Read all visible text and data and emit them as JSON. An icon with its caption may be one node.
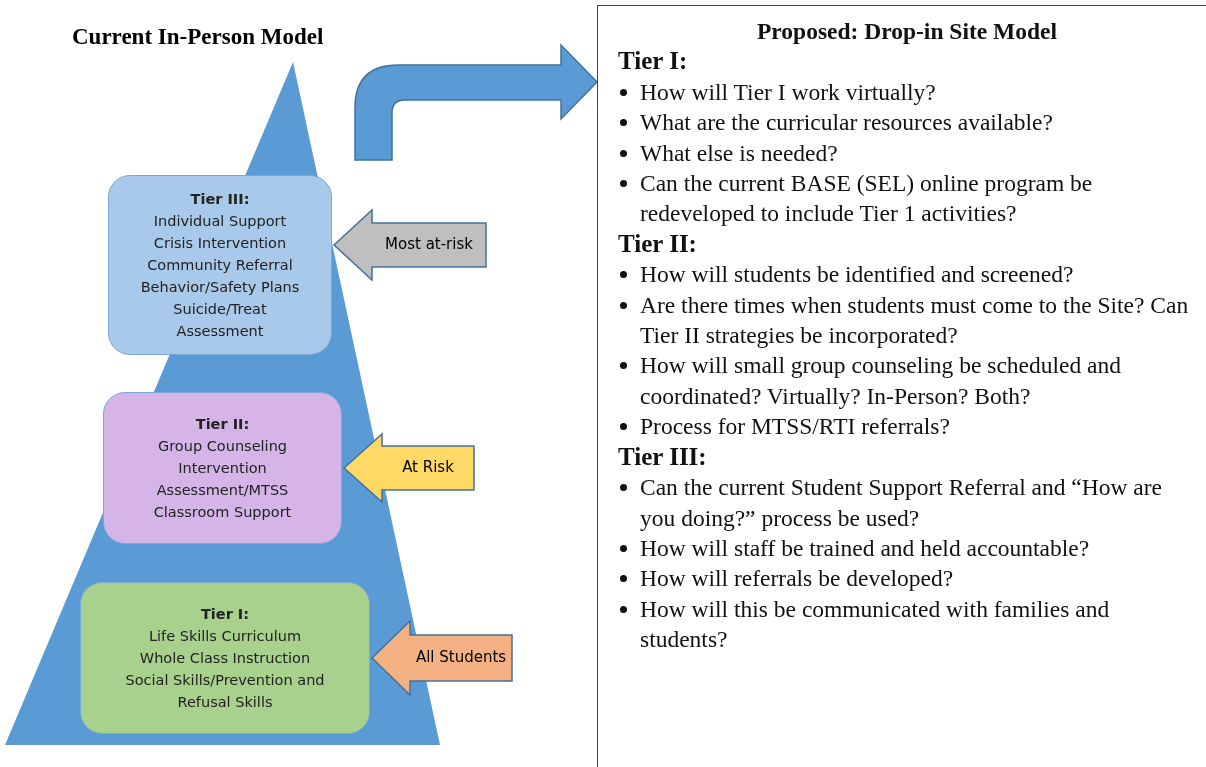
{
  "diagram": {
    "nodes": [
      {
        "text": [
          "Current In-Person Model"
        ]
      },
      {
        "text": [
          "Tier III:",
          "Individual Support",
          "Crisis Intervention",
          "Community Referral",
          "Behavior/Safety Plans",
          "Suicide/Treat Assessment"
        ],
        "in": 0
      },
      {
        "text": [
          "Tier II:",
          "Group Counseling",
          "Intervention",
          "Assessment/MTSS",
          "Classroom Support"
        ],
        "in": 0
      },
      {
        "text": [
          "Tier I:",
          "Life Skills Curriculum",
          "Whole Class Instruction",
          "Social Skills/Prevention and Refusal Skills"
        ],
        "in": 0
      },
      {
        "text": [
          "Proposed: Drop-in Site Model",
          "Tier I:",
          "How will Tier I work virtually?",
          "What are the curricular resources available?",
          "What else is needed?",
          "Can the current BASE (SEL) online program be redeveloped to include Tier 1 activities?",
          "Tier II:",
          "How will students be identified and screened?",
          "Are there times when students must come to the Site? Can Tier II strategies be incorporated?",
          "How will small group counseling be scheduled and coordinated? Virtually? In-Person? Both?",
          "Process for MTSS/RTI referrals?",
          "Tier III:",
          "Can the current Student Support Referral and “How are you doing?” process be used?",
          "How will staff be trained and held accountable?",
          "How will referrals be developed?",
          "How will this be communicated with families and students?"
        ]
      }
    ],
    "edges": [
      {
        "from": 0,
        "to": 4,
        "arrow": "to",
        "style": "thick",
        "color": "#5b9bd5"
      },
      {
        "from": null,
        "to": 1,
        "arrow": "to",
        "label": "Most at-risk",
        "style": "thick",
        "color": "#bfbfbf"
      },
      {
        "from": null,
        "to": 2,
        "arrow": "to",
        "label": "At Risk",
        "style": "thick",
        "color": "#ffd966"
      },
      {
        "from": null,
        "to": 3,
        "arrow": "to",
        "label": "All Students",
        "style": "thick",
        "color": "#f4b183"
      }
    ]
  }
}
